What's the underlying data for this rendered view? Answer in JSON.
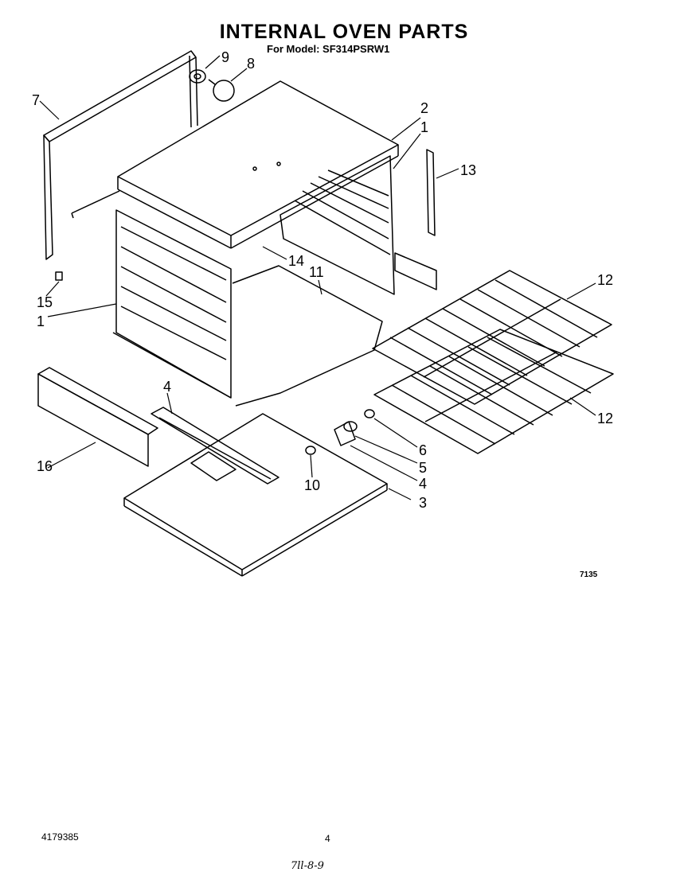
{
  "header": {
    "title": "INTERNAL OVEN PARTS",
    "subtitle": "For Model: SF314PSRW1"
  },
  "callouts": {
    "c1a": "1",
    "c1b": "1",
    "c2": "2",
    "c3": "3",
    "c4a": "4",
    "c4b": "4",
    "c5": "5",
    "c6": "6",
    "c7": "7",
    "c8": "8",
    "c9": "9",
    "c10": "10",
    "c11": "11",
    "c12a": "12",
    "c12b": "12",
    "c13": "13",
    "c14": "14",
    "c15": "15",
    "c16": "16"
  },
  "figure_number": "7135",
  "footer": {
    "doc_number": "4179385",
    "page": "4",
    "handwritten": "7ll-8-9"
  }
}
